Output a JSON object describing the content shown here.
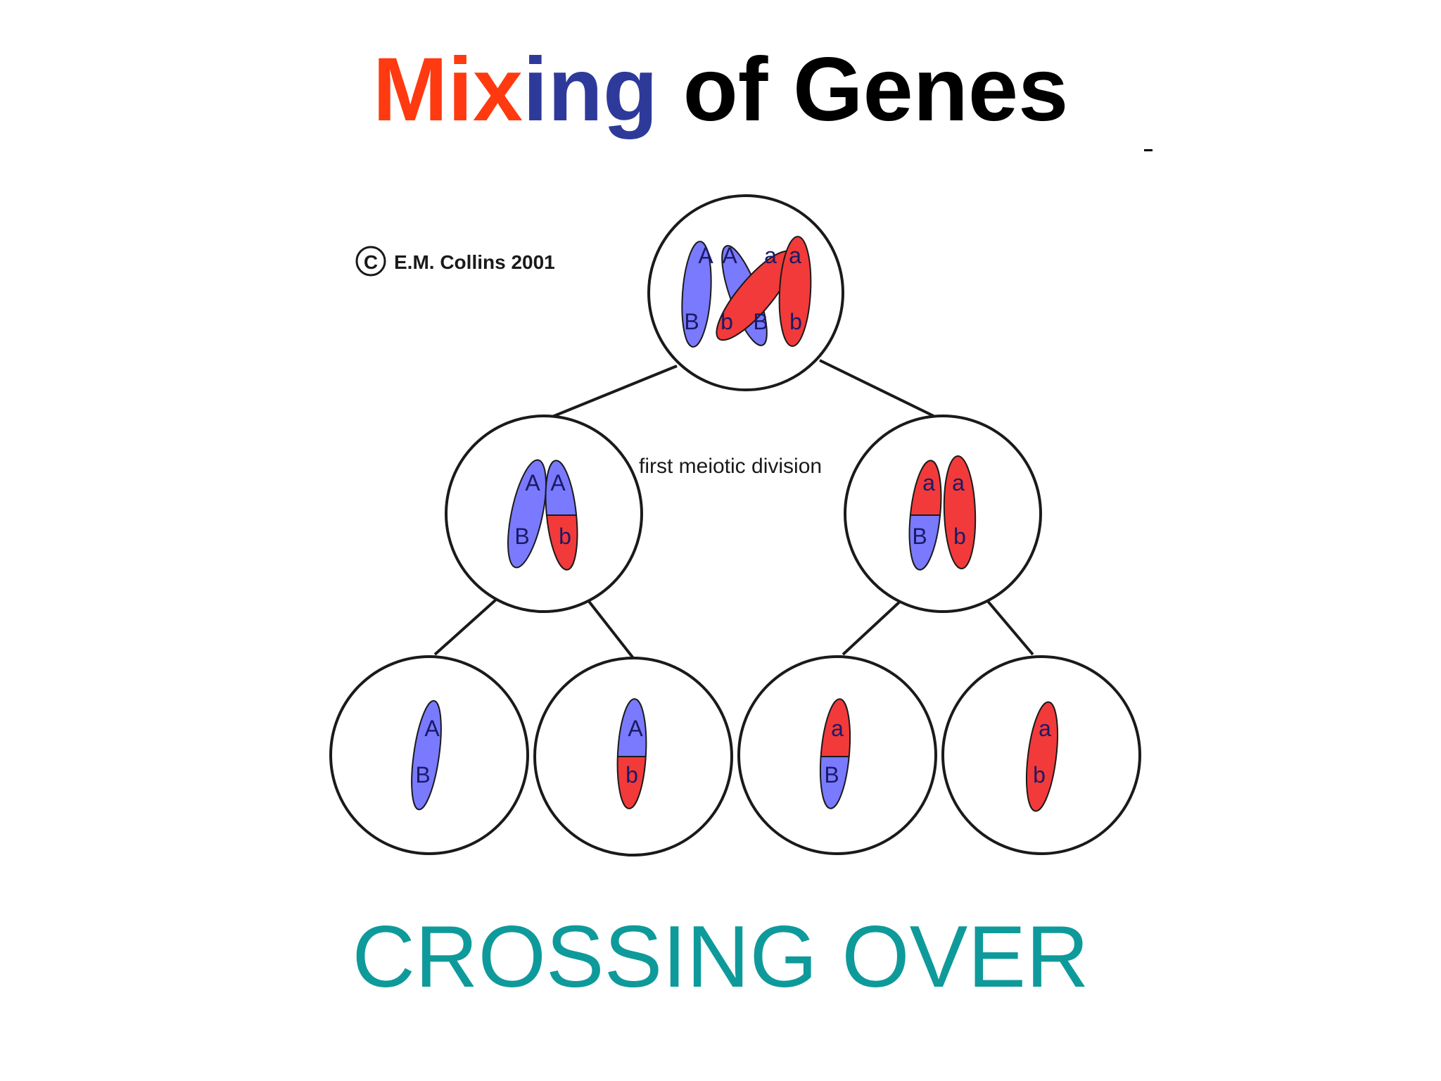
{
  "title": {
    "parts": [
      {
        "text": "Mix",
        "color": "#ff3a10"
      },
      {
        "text": "ing",
        "color": "#2e3a9a"
      },
      {
        "text": " of Genes",
        "color": "#000000"
      }
    ]
  },
  "subtitle": {
    "text": "CROSSING OVER",
    "color": "#0e9a9a"
  },
  "copyright": {
    "symbol": "C",
    "text": "E.M. Collins 2001"
  },
  "division_label": "first meiotic division",
  "colors": {
    "blue": "#7a7aff",
    "red": "#f23a3a",
    "outline": "#1a1a1a",
    "letter": "#1a1a66"
  },
  "cells": {
    "parent": {
      "alleles": [
        "A",
        "A",
        "a",
        "a",
        "B",
        "b",
        "B",
        "b"
      ]
    },
    "left": {
      "alleles": [
        "A",
        "A",
        "B",
        "b"
      ]
    },
    "right": {
      "alleles": [
        "a",
        "a",
        "B",
        "b"
      ]
    },
    "gamete1": {
      "alleles": [
        "A",
        "B"
      ]
    },
    "gamete2": {
      "alleles": [
        "A",
        "b"
      ]
    },
    "gamete3": {
      "alleles": [
        "a",
        "B"
      ]
    },
    "gamete4": {
      "alleles": [
        "a",
        "b"
      ]
    }
  }
}
